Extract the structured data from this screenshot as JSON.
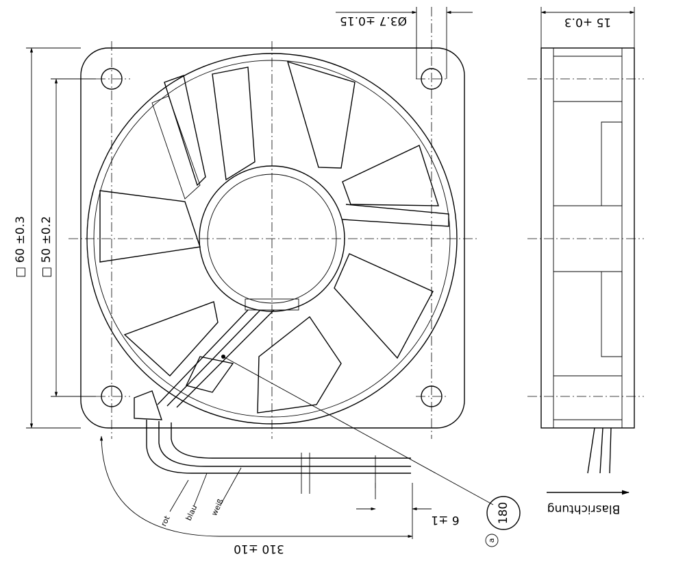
{
  "drawing": {
    "dim_hole_diameter": "Ø3.7 ±0.15",
    "dim_depth": "15 +0.3",
    "dim_outer_square": "□ 60 ±0.3",
    "dim_inner_square": "□ 50 ±0.2",
    "dim_wire_strip": "6 ±1",
    "dim_wire_length": "310 ±10",
    "wire_red": "rot",
    "wire_blue": "blau",
    "wire_white": "weiß",
    "label_number": "180",
    "label_marker": "a",
    "airflow_label": "Blasrichtung"
  }
}
